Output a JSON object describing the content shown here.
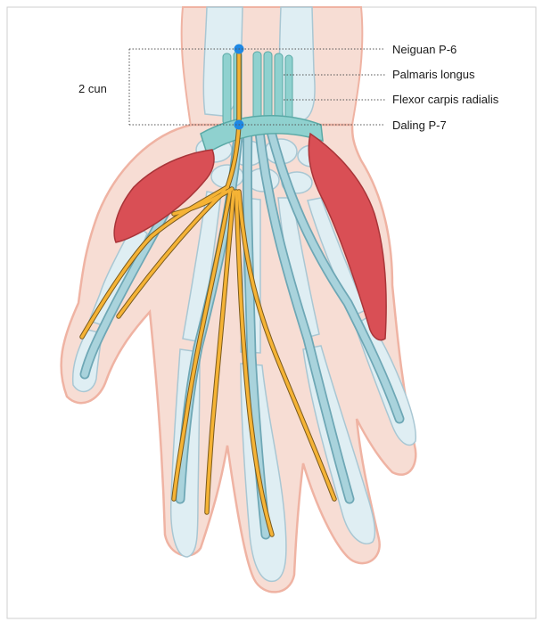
{
  "labels": {
    "neiguan": "Neiguan P-6",
    "palmaris": "Palmaris longus",
    "flexor": "Flexor carpis radialis",
    "daling": "Daling P-7",
    "distance": "2 cun"
  },
  "colors": {
    "skin": "#f7ddd4",
    "skin_outline": "#efb3a3",
    "bone": "#dfeef3",
    "bone_outline": "#a9c7d3",
    "tendon": "#a9d3dc",
    "tendon_outline": "#6ea7b5",
    "ligament": "#8fd1cf",
    "muscle": "#d94f55",
    "nerve": "#f5b335",
    "nerve_outline": "#7a5a1e",
    "acupoint": "#1e88e5",
    "leader_line": "#555555"
  }
}
